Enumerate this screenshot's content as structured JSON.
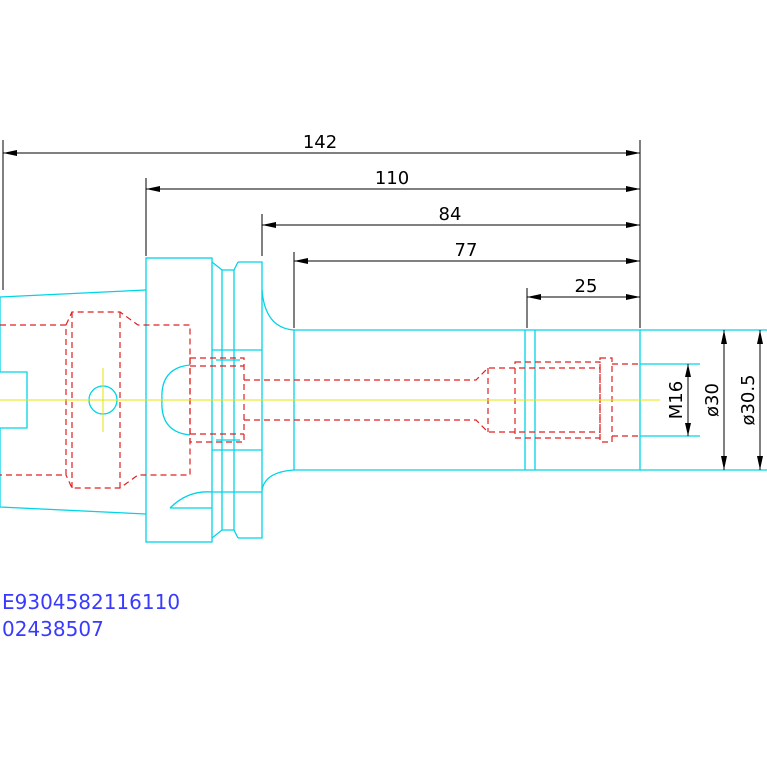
{
  "dimensions": {
    "d142": "142",
    "d110": "110",
    "d84": "84",
    "d77": "77",
    "d25": "25",
    "m16": "M16",
    "dia30": "ø30",
    "dia30_5": "ø30.5"
  },
  "part_codes": {
    "line1": "E9304582116110",
    "line2": "02438507"
  },
  "colors": {
    "outline": "#00d4e6",
    "hidden": "#e02020",
    "centerline": "#e6e600",
    "dimension": "#000000",
    "code": "#3a3aff"
  }
}
